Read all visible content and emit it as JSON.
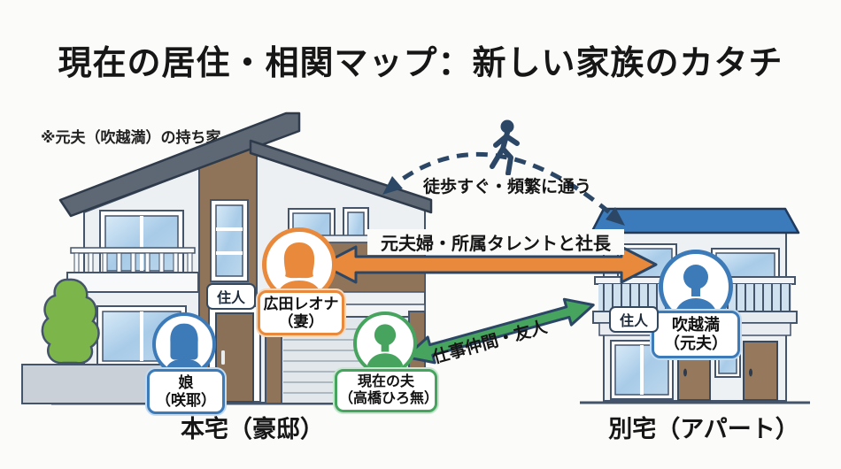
{
  "title": "現在の居住・相関マップ：新しい家族のカタチ",
  "note": "※元夫（吹越満）の持ち家",
  "buildings": {
    "left": {
      "caption": "本宅（豪邸）",
      "resident_tag": "住人"
    },
    "right": {
      "caption": "別宅（アパート）",
      "resident_tag": "住人"
    }
  },
  "people": {
    "wife": {
      "name": "広田レオナ",
      "role": "（妻）",
      "color": "#e8893c"
    },
    "daughter": {
      "name": "娘",
      "role": "（咲耶）",
      "color": "#3d7ab8"
    },
    "husband": {
      "name": "現在の夫",
      "role": "（高橋ひろ無）",
      "color": "#46a45e"
    },
    "ex_husband": {
      "name": "吹越満",
      "role": "（元夫）",
      "color": "#3d7ab8"
    }
  },
  "relations": {
    "walk": {
      "label": "徒歩すぐ・頻繁に通う",
      "style": "dashed-arc",
      "color": "#2c4766"
    },
    "ex_couple": {
      "label": "元夫婦・所属タレントと社長",
      "style": "double-arrow",
      "color": "#e8893c"
    },
    "work": {
      "label": "仕事仲間・友人",
      "style": "double-arrow",
      "color": "#46a45e"
    }
  },
  "icons": {
    "walking_person": "walking-person-icon",
    "female_avatar": "female-avatar-icon",
    "male_avatar": "male-avatar-icon"
  },
  "colors": {
    "navy": "#2c4766",
    "orange": "#e8893c",
    "green": "#46a45e",
    "person_blue": "#3d7ab8",
    "roof_gray": "#5e6875",
    "roof_blue": "#3b7abb",
    "wall": "#edf0f3",
    "wood_brown": "#8f7459",
    "window_blue": "#a8cbe8",
    "tree_green": "#7cb54a"
  }
}
